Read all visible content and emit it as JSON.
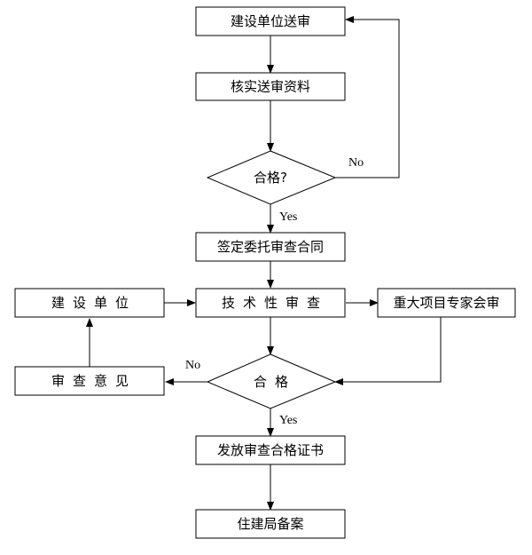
{
  "nodes": {
    "submit": "建设单位送审",
    "verify": "核实送审资料",
    "check1": "合格?",
    "contract": "签定委托审查合同",
    "tech_review": "技术性审查",
    "builder": "建设单位",
    "expert_review": "重大项目专家会审",
    "check2": "合格",
    "opinion": "审查意见",
    "certificate": "发放审查合格证书",
    "filing": "住建局备案"
  },
  "edges": {
    "no_top": "No",
    "yes_top": "Yes",
    "no_bottom": "No",
    "yes_bottom": "Yes"
  }
}
